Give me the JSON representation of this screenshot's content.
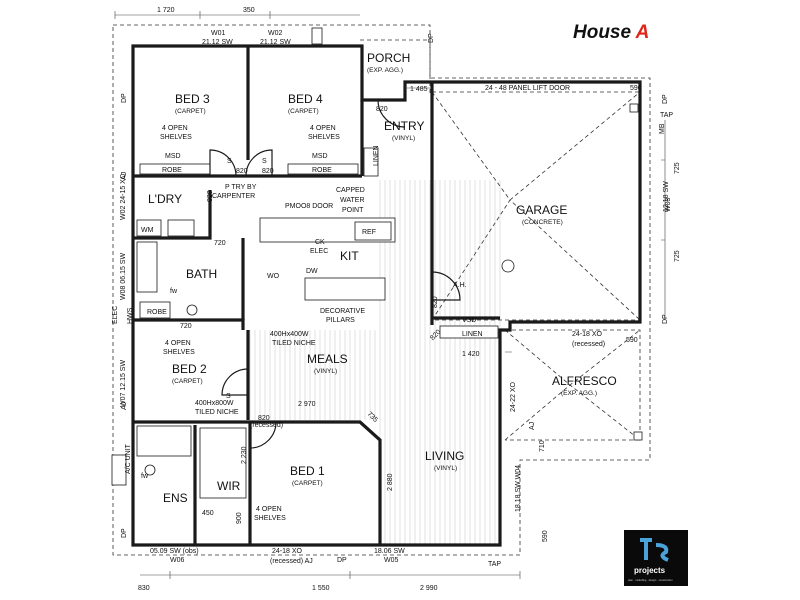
{
  "title": {
    "text": "House ",
    "letter": "A",
    "accent": "#e0261b"
  },
  "logo": {
    "main": "projects",
    "sub": "plan · modelling · design · construction"
  },
  "rooms": {
    "bed3": {
      "name": "BED 3",
      "finish": "(CARPET)"
    },
    "bed4": {
      "name": "BED 4",
      "finish": "(CARPET)"
    },
    "porch": {
      "name": "PORCH",
      "finish": "(EXP. AGG.)"
    },
    "entry": {
      "name": "ENTRY",
      "finish": "(VINYL)"
    },
    "garage": {
      "name": "GARAGE",
      "finish": "(CONCRETE)"
    },
    "ldry": {
      "name": "L'DRY"
    },
    "kit": {
      "name": "KIT"
    },
    "bath": {
      "name": "BATH"
    },
    "bed2": {
      "name": "BED 2",
      "finish": "(CARPET)"
    },
    "meals": {
      "name": "MEALS",
      "finish": "(VINYL)"
    },
    "alfresco": {
      "name": "ALFRESCO",
      "finish": "(EXP. AGG.)"
    },
    "living": {
      "name": "LIVING",
      "finish": "(VINYL)"
    },
    "bed1": {
      "name": "BED 1",
      "finish": "(CARPET)"
    },
    "ens": {
      "name": "ENS"
    },
    "wir": {
      "name": "WIR"
    }
  },
  "labels": {
    "shelves_open": "4 OPEN",
    "shelves": "SHELVES",
    "msd": "MSD",
    "robe": "ROBE",
    "linen": "LINEN",
    "ptry1": "P TRY BY",
    "ptry2": "CARPENTER",
    "pmoo8": "PMOO8 DOOR",
    "capped1": "CAPPED",
    "capped2": "WATER",
    "capped3": "POINT",
    "wm": "WM",
    "ref": "REF",
    "ck": "CK",
    "elec": "ELEC",
    "dw": "DW",
    "wo": "WO",
    "ah": "A.H.",
    "vsd": "VSD",
    "deco1": "DECORATIVE",
    "deco2": "PILLARS",
    "niche1a": "400Hx400W",
    "niche1b": "TILED NICHE",
    "niche2a": "400Hx800W",
    "niche2b": "TILED NICHE",
    "fw": "fw",
    "s": "S",
    "tap": "TAP",
    "ac": "A/C UNIT",
    "elec_side": "ELEC",
    "hws": "HWS",
    "aj": "AJ",
    "dp": "DP",
    "mb": "MB",
    "panel_door": "24 - 48 PANEL LIFT DOOR",
    "recessed": "(recessed)"
  },
  "windows": {
    "w01a": "W01",
    "w01b": "21.12 SW",
    "w02a": "W02",
    "w02b": "21.12 SW",
    "w03a": "12.18 SW",
    "w03b": "W03",
    "w07": "W07 12.15 SW",
    "w08": "W08 06.15 SW",
    "w02l": "W02 24-15 XO",
    "alf1": "24-18 XO",
    "alf2": "24-22 XO",
    "w04": "18.18 SW W04",
    "w06a": "05.09 SW (obs)",
    "w06b": "W06",
    "w05a": "18.06 SW",
    "w05b": "W05",
    "bot_xo": "24-18 XO",
    "bot_recessed": "(recessed) AJ"
  },
  "dims": {
    "top1": "1 720",
    "top2": "350",
    "d1485": "1 485",
    "d590a": "590",
    "d590b": "590",
    "d725a": "725",
    "d725b": "725",
    "d820": "820",
    "d720": "720",
    "d1420": "1 420",
    "d2970": "2 970",
    "d735": "735",
    "d2230": "2 230",
    "d2880": "2 880",
    "d450": "450",
    "d900": "900",
    "d710": "710",
    "d830": "830",
    "d1550": "1 550",
    "d2990": "2 990"
  }
}
